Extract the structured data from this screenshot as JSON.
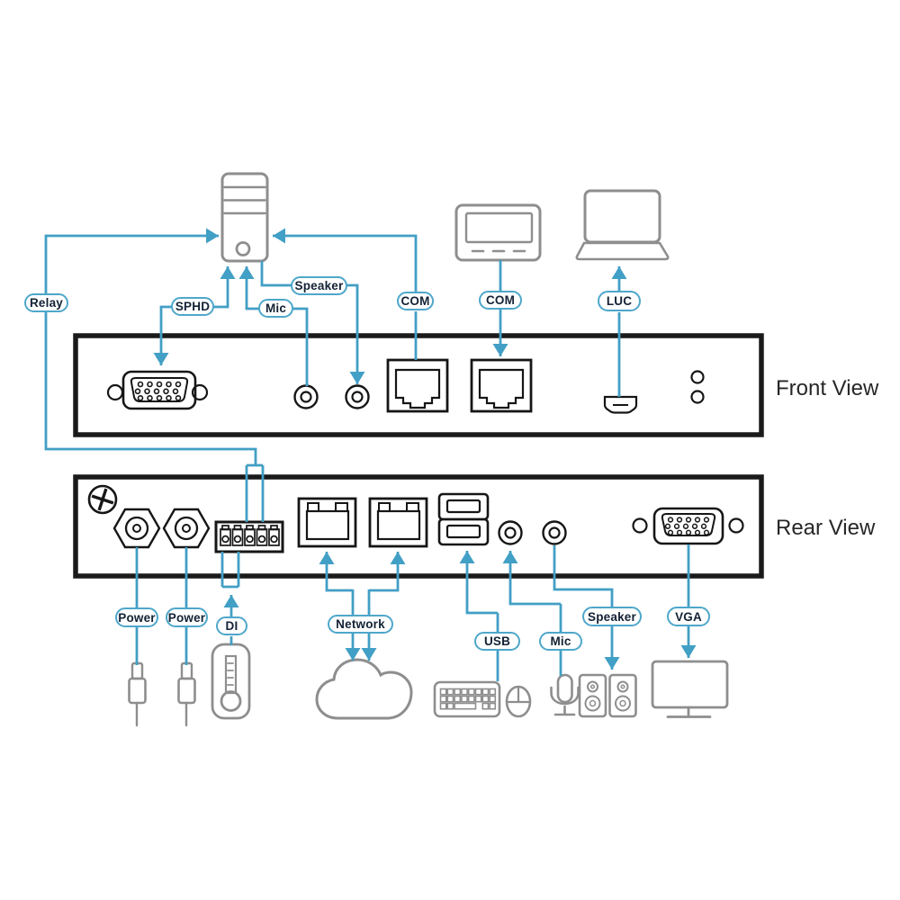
{
  "views": {
    "front": "Front View",
    "rear": "Rear View"
  },
  "connector_labels": {
    "relay": "Relay",
    "sphd": "SPHD",
    "mic_front": "Mic",
    "speaker_front": "Speaker",
    "com_1": "COM",
    "com_2": "COM",
    "luc": "LUC",
    "power_1": "Power",
    "power_2": "Power",
    "di": "DI",
    "network": "Network",
    "usb": "USB",
    "mic_rear": "Mic",
    "speaker_rear": "Speaker",
    "vga": "VGA"
  },
  "colors": {
    "accent_blue": "#429fc5",
    "pill_border_blue": "#4ea7ca",
    "device_gray": "#8e8e8e",
    "port_black": "#161616",
    "panel_border_black": "#1a1a1a",
    "label_text": "#132235",
    "background": "#ffffff"
  }
}
